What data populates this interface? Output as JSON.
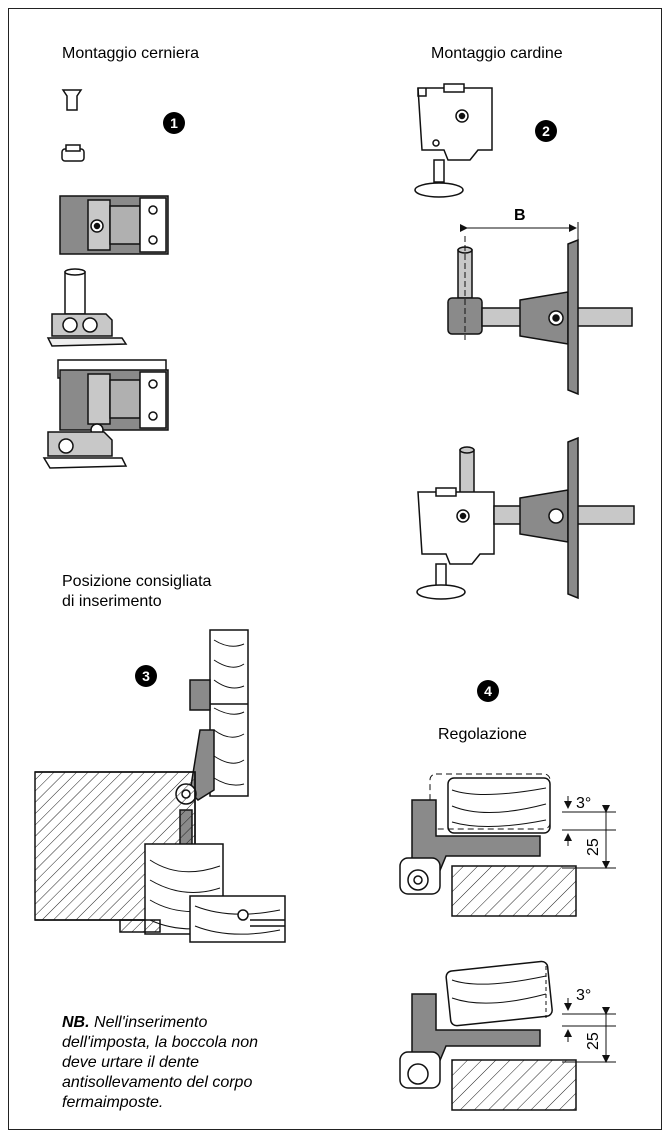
{
  "titles": {
    "hinge": "Montaggio cerniera",
    "pivot": "Montaggio cardine",
    "position": [
      "Posizione consigliata",
      "di inserimento"
    ],
    "adjust": "Regolazione"
  },
  "steps": [
    "1",
    "2",
    "3",
    "4"
  ],
  "dimensions": {
    "b": "B",
    "angle_top": "3°",
    "gap_top": "25",
    "angle_bottom": "3°",
    "gap_bottom": "25"
  },
  "note": {
    "lead": "NB.",
    "lines": [
      "Nell'inserimento",
      "dell'imposta, la boccola non",
      "deve urtare il dente",
      "antisollevamento del corpo",
      "fermaimposte."
    ]
  },
  "colors": {
    "part": "#8a8a8a",
    "part_light": "#c8c8c8",
    "line": "#111111",
    "frame": "#222222"
  }
}
